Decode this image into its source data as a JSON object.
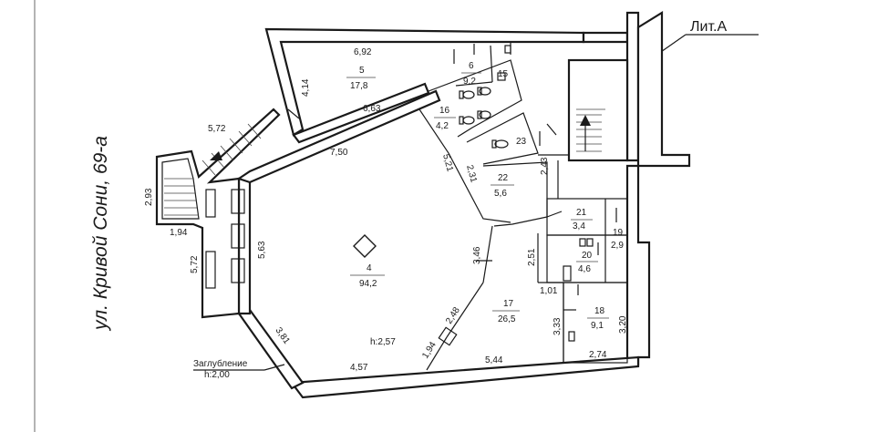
{
  "title": "Лит.А",
  "street": "ул. Кривой Сони, 69-а",
  "basement_label": "Заглубление",
  "basement_height": "h:2,00",
  "room_height": "h:2,57",
  "rooms": [
    {
      "id": "4",
      "area": "94,2"
    },
    {
      "id": "5",
      "area": "17,8"
    },
    {
      "id": "6",
      "area": "9,2"
    },
    {
      "id": "15",
      "area": ""
    },
    {
      "id": "16",
      "area": "4,2"
    },
    {
      "id": "17",
      "area": "26,5"
    },
    {
      "id": "18",
      "area": "9,1"
    },
    {
      "id": "19",
      "area": ""
    },
    {
      "id": "20",
      "area": "4,6"
    },
    {
      "id": "21",
      "area": "3,4"
    },
    {
      "id": "22",
      "area": "5,6"
    },
    {
      "id": "23",
      "area": ""
    }
  ],
  "dimensions": [
    "6,92",
    "4,14",
    "6,63",
    "5,72",
    "7,50",
    "2,93",
    "1,94",
    "5,63",
    "5,72",
    "5,21",
    "2,31",
    "2,43",
    "3,46",
    "2,51",
    "2,9",
    "1,01",
    "3,33",
    "3,20",
    "2,74",
    "2,48",
    "1,94",
    "3,81",
    "4,57",
    "5,44"
  ],
  "icons": [
    "toilet-icon",
    "stairs-arrow-icon",
    "column-icon"
  ]
}
